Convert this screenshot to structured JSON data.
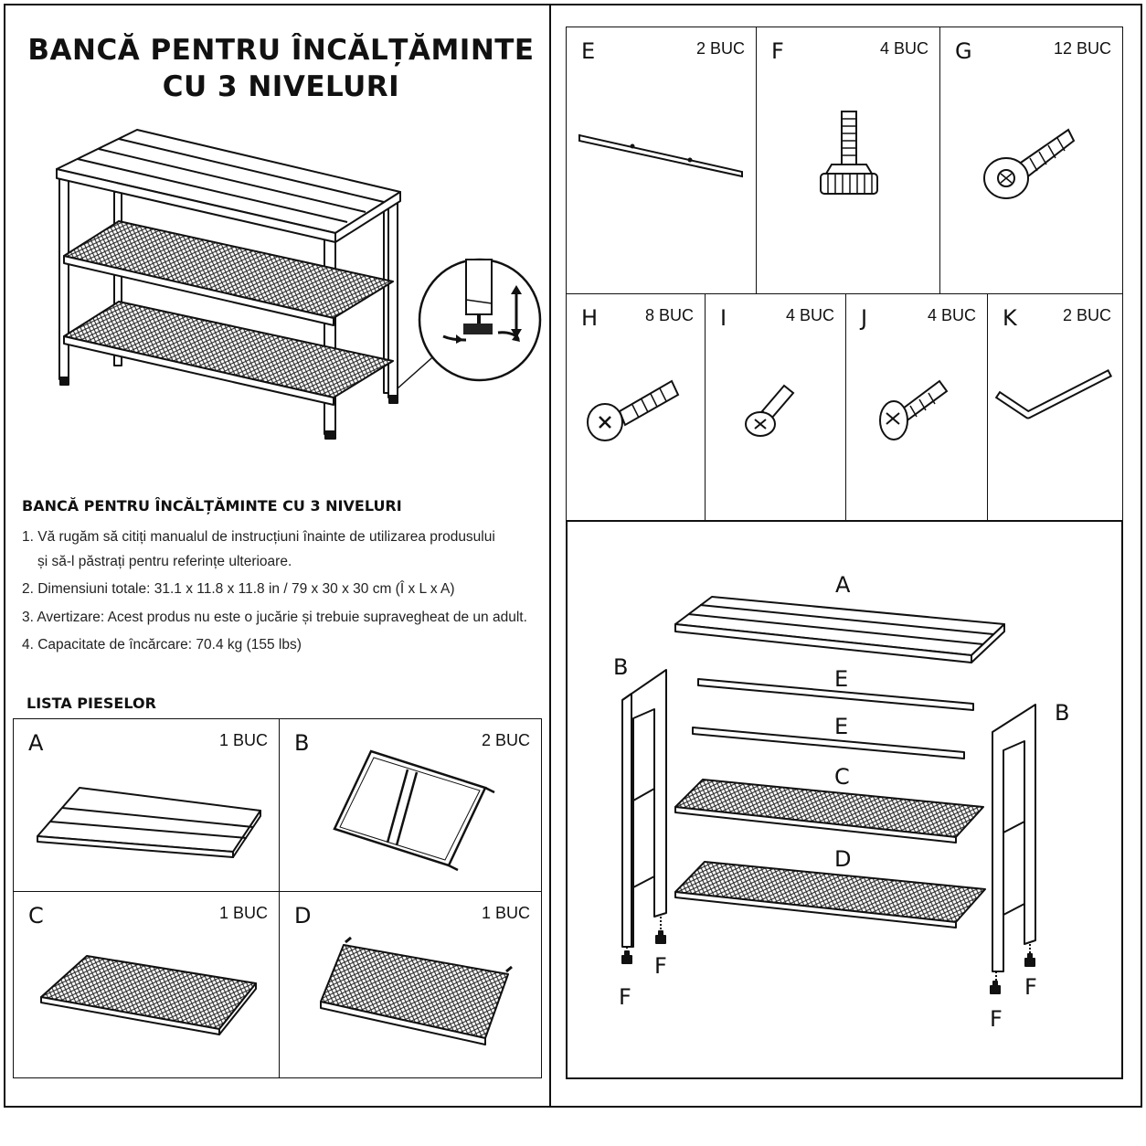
{
  "title": {
    "line1": "BANCĂ PENTRU ÎNCĂLȚĂMINTE",
    "line2": "CU 3 NIVELURI"
  },
  "info": {
    "heading": "BANCĂ PENTRU ÎNCĂLȚĂMINTE CU 3 NIVELURI",
    "items": [
      "1. Vă rugăm să citiți manualul de instrucțiuni înainte de utilizarea produsului",
      "și să-l păstrați pentru referințe ulterioare.",
      "2. Dimensiuni totale: 31.1 x 11.8 x 11.8 in / 79 x 30 x 30 cm (Î x L x A)",
      "3. Avertizare: Acest produs nu este o jucărie și trebuie supravegheat de un adult.",
      "4. Capacitate de încărcare: 70.4 kg (155 lbs)"
    ]
  },
  "parts_list": {
    "heading": "LISTA PIESELOR",
    "parts": [
      {
        "letter": "A",
        "qty": "1 BUC"
      },
      {
        "letter": "B",
        "qty": "2 BUC"
      },
      {
        "letter": "C",
        "qty": "1 BUC"
      },
      {
        "letter": "D",
        "qty": "1 BUC"
      }
    ]
  },
  "hardware": [
    {
      "letter": "E",
      "qty": "2 BUC"
    },
    {
      "letter": "F",
      "qty": "4 BUC"
    },
    {
      "letter": "G",
      "qty": "12 BUC"
    },
    {
      "letter": "H",
      "qty": "8 BUC"
    },
    {
      "letter": "I",
      "qty": "4 BUC"
    },
    {
      "letter": "J",
      "qty": "4 BUC"
    },
    {
      "letter": "K",
      "qty": "2 BUC"
    }
  ],
  "exploded": {
    "A": "A",
    "B_left": "B",
    "B_right": "B",
    "E1": "E",
    "E2": "E",
    "C": "C",
    "D": "D",
    "F1": "F",
    "F2": "F",
    "F3": "F",
    "F4": "F"
  }
}
